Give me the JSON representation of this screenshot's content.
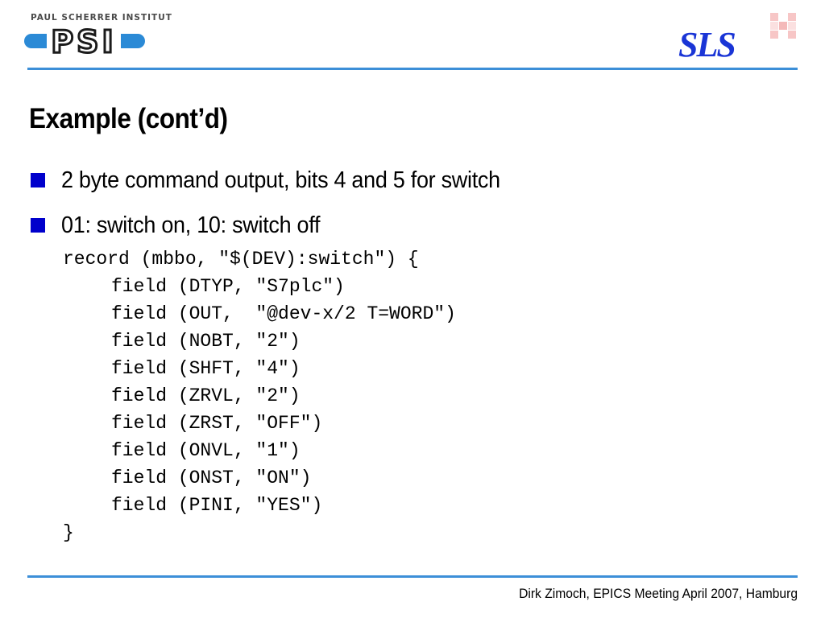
{
  "header": {
    "org_name": "PAUL SCHERRER INSTITUT",
    "psi_logo": "PSI",
    "sls_logo": "SLS",
    "colors": {
      "brand_blue": "#1a35d6",
      "rule_blue": "#3c8fd8",
      "bullet_blue": "#0000cc",
      "accent_pink": "#f4b9b9"
    }
  },
  "slide": {
    "title": "Example (cont’d)",
    "bullets": [
      {
        "text": "2 byte command output, bits 4 and 5 for switch"
      },
      {
        "text": "01: switch on, 10: switch off"
      }
    ],
    "code": {
      "open": "record (mbbo, \"$(DEV):switch\") {",
      "fields": [
        "field (DTYP, \"S7plc\")",
        "field (OUT,  \"@dev-x/2 T=WORD\")",
        "field (NOBT, \"2\")",
        "field (SHFT, \"4\")",
        "field (ZRVL, \"2\")",
        "field (ZRST, \"OFF\")",
        "field (ONVL, \"1\")",
        "field (ONST, \"ON\")",
        "field (PINI, \"YES\")"
      ],
      "close": "}"
    }
  },
  "footer": {
    "text": "Dirk Zimoch, EPICS Meeting April 2007, Hamburg"
  }
}
